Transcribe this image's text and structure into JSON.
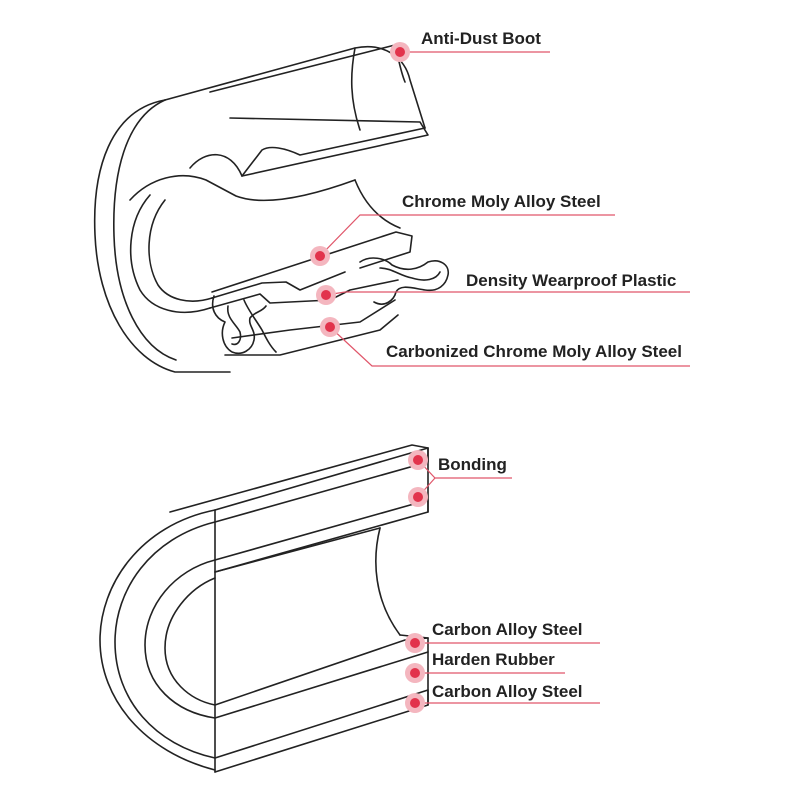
{
  "colors": {
    "outline": "#222222",
    "marker": "#e2334c",
    "marker_halo": "#f4b6bf",
    "leader": "#e0566a",
    "text": "#222222"
  },
  "top_figure": {
    "callouts": [
      {
        "id": "anti-dust-boot",
        "label": "Anti-Dust Boot"
      },
      {
        "id": "chrome-moly-alloy-steel",
        "label": "Chrome Moly Alloy Steel"
      },
      {
        "id": "density-wearproof-plastic",
        "label": "Density Wearproof Plastic"
      },
      {
        "id": "carbonized-chrome-moly-alloy-steel",
        "label": "Carbonized Chrome Moly Alloy Steel"
      }
    ]
  },
  "bottom_figure": {
    "callouts": [
      {
        "id": "bonding",
        "label": "Bonding"
      },
      {
        "id": "carbon-alloy-steel-1",
        "label": "Carbon Alloy Steel"
      },
      {
        "id": "harden-rubber",
        "label": "Harden Rubber"
      },
      {
        "id": "carbon-alloy-steel-2",
        "label": "Carbon Alloy Steel"
      }
    ]
  }
}
